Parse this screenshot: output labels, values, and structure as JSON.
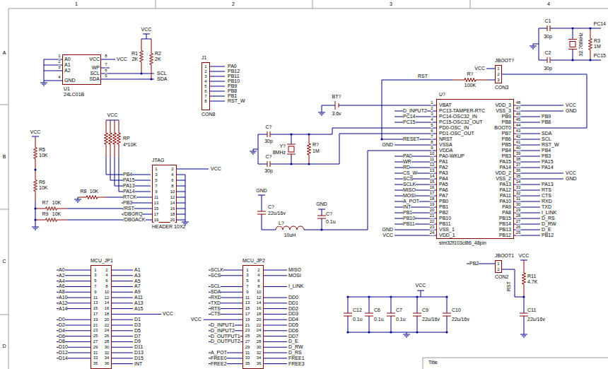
{
  "diagram": {
    "nodes": [
      {
        "text": [
          "U1",
          "24LC01B"
        ]
      },
      {
        "text": [
          "J1",
          "CON8"
        ]
      },
      {
        "text": [
          "JBOOT?",
          "CON3"
        ]
      },
      {
        "text": [
          "JTAG",
          "HEADER 10X2"
        ]
      },
      {
        "text": [
          "U?",
          "stm32f103c8t6_48pin"
        ]
      },
      {
        "text": [
          "MCU_JP1"
        ]
      },
      {
        "text": [
          "MCU_JP2"
        ]
      },
      {
        "text": [
          "JBOOT1",
          "CON2"
        ]
      }
    ],
    "edges": [
      {
        "from": 2,
        "to": 4,
        "arrow": "none"
      }
    ],
    "labels": [
      "1",
      "2",
      "3",
      "4",
      "A",
      "B",
      "C",
      "D",
      "Title",
      "1",
      "2",
      "3",
      "4",
      "A0",
      "A1",
      "A2",
      "GND",
      "VCC",
      "WP",
      "SCL",
      "SDA",
      "8",
      "7",
      "6",
      "5",
      "VCC",
      "VCC",
      "R1",
      "2K",
      "R2",
      "2K",
      "SCL",
      "SDA",
      "1",
      "2",
      "3",
      "4",
      "5",
      "6",
      "7",
      "8",
      "PA0",
      "PB12",
      "PB11",
      "PB10",
      "PB9",
      "PB8",
      "PB1",
      "RST_W",
      "RST",
      "R?",
      "100K",
      "VCC",
      "1",
      "2",
      "3",
      "C1",
      "30p",
      "C2",
      "30p",
      "32.768kHz",
      "R3",
      "1M",
      "PC14",
      "PC15",
      "BT?",
      "3.6v",
      "C?",
      "30p",
      "C?",
      "30p",
      "Y?",
      "8MHz",
      "R?",
      "1M",
      "GND",
      "GND",
      "C?",
      "22u/16v",
      "L?",
      "10uH",
      "C?",
      "0.1u",
      "1",
      "2",
      "3",
      "4",
      "5",
      "6",
      "7",
      "8",
      "9",
      "10",
      "11",
      "12",
      "13",
      "14",
      "15",
      "16",
      "17",
      "18",
      "19",
      "20",
      "21",
      "22",
      "23",
      "24",
      "VBAT",
      "PC13-TAMPER-RTC",
      "PC14-OSC32_IN",
      "PC15-OSC32_OUT",
      "PD0-OSC_IN",
      "PD1-OSC_OUT",
      "NRST",
      "VSSA",
      "VDDA",
      "PA0-WKUP",
      "PA1",
      "PA2",
      "PA3",
      "PA4",
      "PA5",
      "PA6",
      "PA7",
      "PB0",
      "PB1",
      "PB2",
      "PB10",
      "PB11",
      "VSS_1",
      "VDD_1",
      "VDD_3",
      "VSS_3",
      "PB9",
      "PB8",
      "BOOT0",
      "PB7",
      "PB6",
      "PB5",
      "PB4",
      "PB3",
      "PA15",
      "PA14",
      "VDD_2",
      "VSS_2",
      "PA13",
      "PA12",
      "PA11",
      "PA10",
      "PA9",
      "PA8",
      "PB15",
      "PB14",
      "PB13",
      "PB12",
      "48",
      "47",
      "46",
      "45",
      "44",
      "43",
      "42",
      "41",
      "40",
      "39",
      "38",
      "37",
      "36",
      "35",
      "34",
      "33",
      "32",
      "31",
      "30",
      "29",
      "28",
      "27",
      "26",
      "25",
      "D_INPUT2",
      "PC14",
      "PC15",
      "RESET",
      "PA0",
      "WR",
      "RD",
      "CS_W",
      "SCS",
      "SCLK",
      "MISO",
      "MOSI",
      "A_POT",
      "INT",
      "PB1",
      "PB10",
      "PB11",
      "GND",
      "GND",
      "VCC",
      "PB9",
      "PB8",
      "SDA",
      "SCL",
      "RST_W",
      "PB4",
      "PB3",
      "PA15",
      "PA14",
      "PA13",
      "RTS",
      "CTS",
      "RXD",
      "TXD",
      "I_LINK",
      "D_RS",
      "D_RW",
      "D_E",
      "PB12",
      "VCC",
      "GND",
      "VCC",
      "GND",
      "1",
      "3",
      "5",
      "7",
      "9",
      "11",
      "13",
      "15",
      "17",
      "19",
      "2",
      "4",
      "6",
      "8",
      "10",
      "12",
      "14",
      "16",
      "18",
      "20",
      "PB4",
      "PA15",
      "PA13",
      "PA14",
      "RTCK",
      "PB3",
      "/RST",
      "/DBGRQ",
      "/DBGACK",
      "VCC",
      "RP",
      "4*10K",
      "VCC",
      "VCC",
      "R5",
      "10K",
      "R6",
      "10K",
      "R7",
      "10K",
      "R9",
      "10K",
      "R8",
      "10K",
      "VCC",
      "C12",
      "0.1u",
      "C6",
      "0.1u",
      "C7",
      "0.1u",
      "C9",
      "22u/16v",
      "C10",
      "22u/16v",
      "PB2",
      "1",
      "2",
      "VCC",
      "R11",
      "4.7K",
      "RST",
      "C11",
      "22u/16v",
      "1",
      "3",
      "5",
      "7",
      "9",
      "11",
      "13",
      "15",
      "17",
      "19",
      "21",
      "23",
      "25",
      "27",
      "29",
      "31",
      "33",
      "35",
      "2",
      "4",
      "6",
      "8",
      "10",
      "12",
      "14",
      "16",
      "18",
      "20",
      "22",
      "24",
      "26",
      "28",
      "30",
      "32",
      "34",
      "36",
      "A0",
      "A2",
      "A4",
      "A6",
      "A8",
      "A10",
      "A12",
      "A14",
      "D0",
      "D2",
      "D4",
      "D6",
      "D8",
      "D10",
      "D12",
      "D14",
      "A1",
      "A3",
      "A5",
      "A7",
      "A9",
      "A11",
      "A13",
      "A15",
      "D1",
      "D3",
      "D5",
      "D7",
      "D9",
      "D11",
      "D13",
      "D15",
      "INT",
      "VCC",
      "1",
      "3",
      "5",
      "7",
      "9",
      "11",
      "13",
      "15",
      "17",
      "19",
      "21",
      "23",
      "25",
      "27",
      "29",
      "31",
      "33",
      "35",
      "2",
      "4",
      "6",
      "8",
      "10",
      "12",
      "14",
      "16",
      "18",
      "20",
      "22",
      "24",
      "26",
      "28",
      "30",
      "32",
      "34",
      "36",
      "SCLK",
      "SCS",
      "SCL",
      "SDA",
      "RXD",
      "TXD",
      "RTS",
      "CTS",
      "D_INPUT1",
      "D_INPUT2",
      "D_OUTPUT1",
      "D_OUTPUT2",
      "A_POT",
      "FREE0",
      "FREE2",
      "MISO",
      "MOSI",
      "I_LINK",
      "DD0",
      "DD1",
      "DD2",
      "DD3",
      "DD4",
      "DD5",
      "DD6",
      "DD7",
      "D_E",
      "D_RW",
      "D_RS",
      "FREE1",
      "FREE3",
      "VCC"
    ]
  }
}
